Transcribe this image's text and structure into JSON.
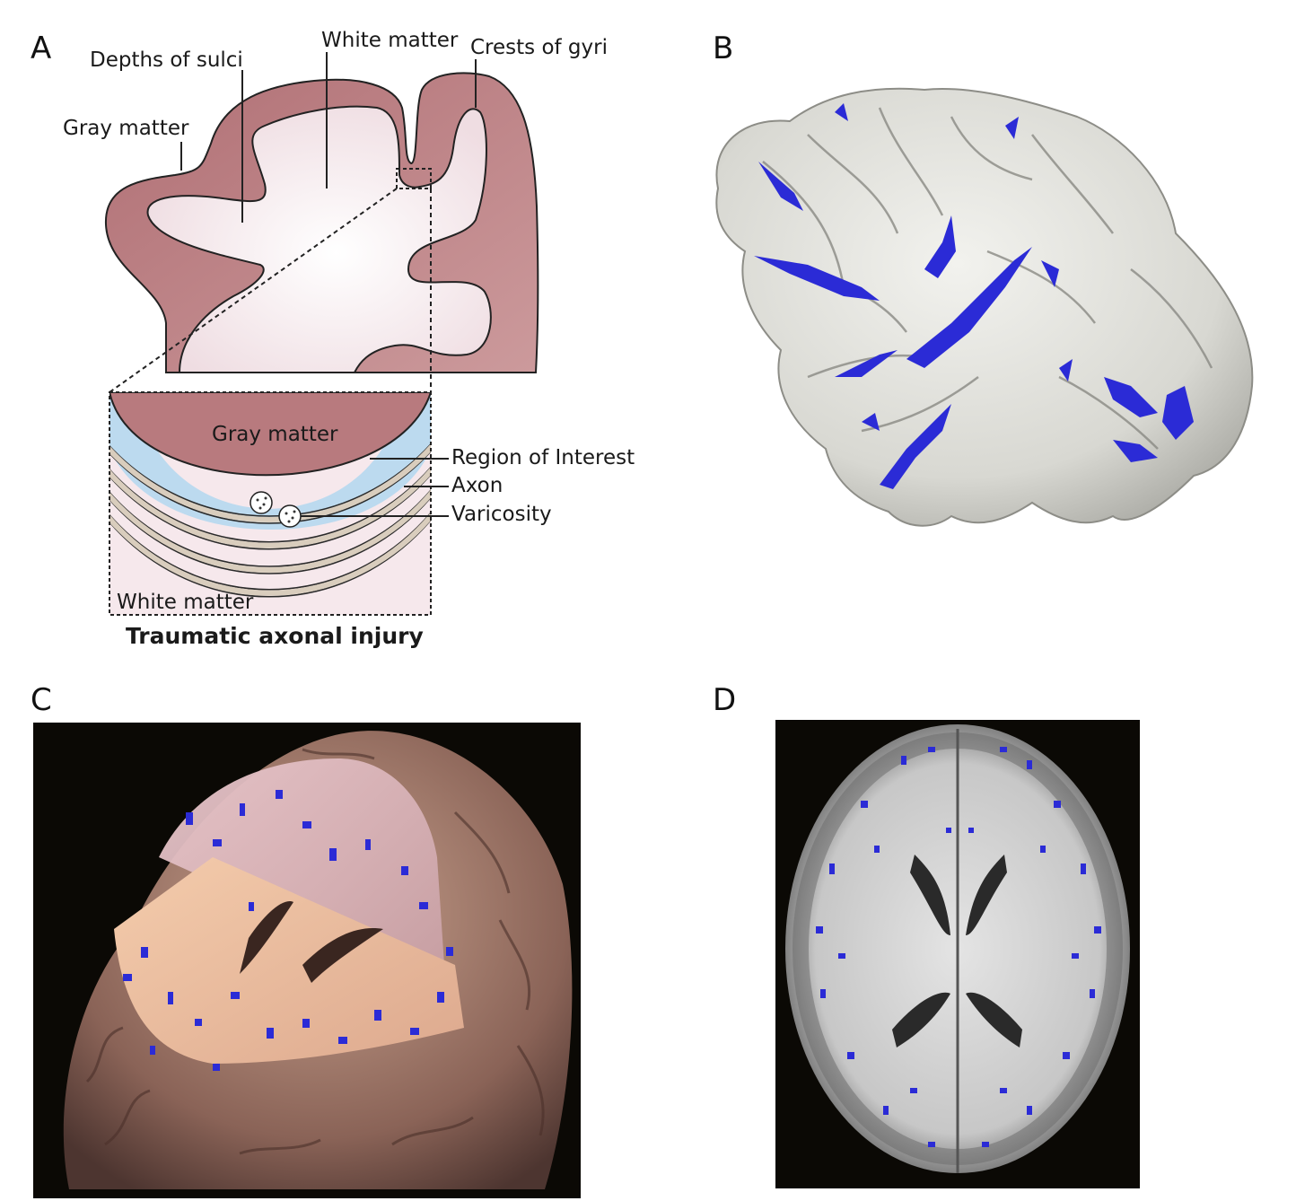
{
  "panels": {
    "a": {
      "letter": "A"
    },
    "b": {
      "letter": "B"
    },
    "c": {
      "letter": "C"
    },
    "d": {
      "letter": "D"
    }
  },
  "diagram_a": {
    "top_labels": {
      "depths_of_sulci": "Depths of sulci",
      "white_matter": "White matter",
      "crests_of_gyri": "Crests of gyri",
      "gray_matter": "Gray matter"
    },
    "inset_labels": {
      "gray_matter": "Gray matter",
      "region_of_interest": "Region of Interest",
      "axon": "Axon",
      "varicosity": "Varicosity",
      "white_matter": "White matter"
    },
    "caption": "Traumatic axonal injury"
  },
  "colors": {
    "gray_matter": "#b87a7e",
    "white_matter": "#f8eef1",
    "region_of_interest": "#b8d9ef",
    "axon": "#d9cdbd",
    "highlight_blue": "#2b2bd6",
    "brain_surface": "#e6e6e2",
    "background_dark": "#0b0905"
  }
}
